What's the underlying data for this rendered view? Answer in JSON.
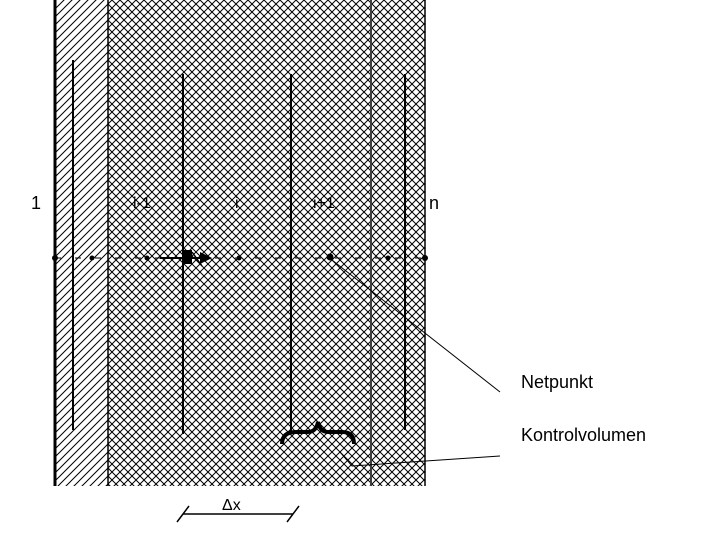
{
  "colors": {
    "ink": "#000000",
    "paper": "#ffffff"
  },
  "node_labels": [
    "1",
    "i-1",
    "i",
    "i+1",
    "n"
  ],
  "delta_label": "Δx",
  "callouts": {
    "netpunkt": "Netpunkt",
    "kontrolvolumen": "Kontrolvolumen"
  }
}
